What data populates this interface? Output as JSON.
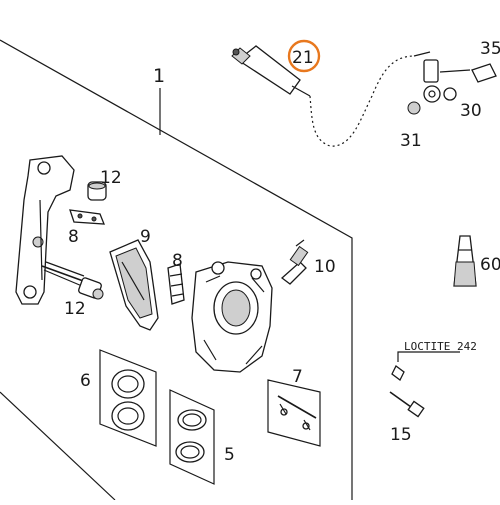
{
  "callouts": {
    "c1": "1",
    "c5": "5",
    "c6": "6",
    "c7": "7",
    "c8a": "8",
    "c8b": "8",
    "c9": "9",
    "c10": "10",
    "c12a": "12",
    "c12b": "12",
    "c15": "15",
    "c21": "21",
    "c30": "30",
    "c31": "31",
    "c35": "35",
    "c60": "60"
  },
  "note": "LOCTITE 242",
  "highlight_color": "#e8781e"
}
